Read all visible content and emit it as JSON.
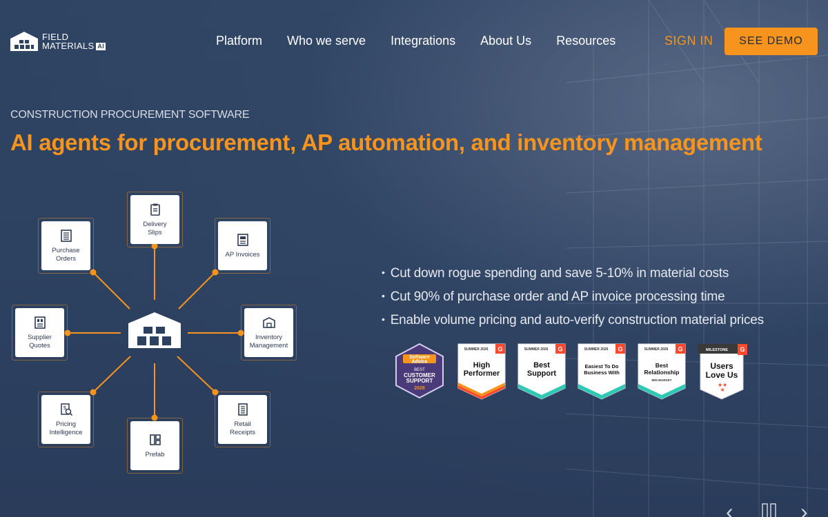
{
  "brand": {
    "line1": "FIELD",
    "line2": "MATERIALS",
    "badge": "AI"
  },
  "nav": {
    "items": [
      {
        "label": "Platform"
      },
      {
        "label": "Who we serve"
      },
      {
        "label": "Integrations"
      },
      {
        "label": "About Us"
      },
      {
        "label": "Resources"
      }
    ],
    "sign_in": "SIGN IN",
    "demo": "SEE DEMO"
  },
  "hero": {
    "eyebrow": "CONSTRUCTION PROCUREMENT SOFTWARE",
    "headline": "AI agents for procurement, AP automation, and inventory management"
  },
  "diagram": {
    "nodes": [
      {
        "label1": "Delivery",
        "label2": "Slips",
        "icon": "clipboard-icon"
      },
      {
        "label1": "AP Invoices",
        "label2": "",
        "icon": "invoice-icon"
      },
      {
        "label1": "Inventory",
        "label2": "Management",
        "icon": "warehouse-icon"
      },
      {
        "label1": "Retail",
        "label2": "Receipts",
        "icon": "receipt-icon"
      },
      {
        "label1": "Prefab",
        "label2": "",
        "icon": "layout-icon"
      },
      {
        "label1": "Pricing",
        "label2": "Intelligence",
        "icon": "price-search-icon"
      },
      {
        "label1": "Supplier",
        "label2": "Quotes",
        "icon": "quote-icon"
      },
      {
        "label1": "Purchase",
        "label2": "Orders",
        "icon": "list-document-icon"
      }
    ]
  },
  "bullets": [
    "Cut down rogue spending and save 5-10% in material costs",
    "Cut 90% of purchase order and AP invoice processing time",
    "Enable volume pricing and auto-verify construction material prices"
  ],
  "badges": {
    "software_advice": {
      "top": "Software",
      "top2": "Advice",
      "line1": "BEST",
      "line2": "CUSTOMER",
      "line3": "SUPPORT",
      "year": "2026"
    },
    "g2": [
      {
        "season": "SUMMER 2026",
        "line1": "High",
        "line2": "Performer",
        "sub": ""
      },
      {
        "season": "SUMMER 2026",
        "line1": "Best",
        "line2": "Support",
        "sub": ""
      },
      {
        "season": "SUMMER 2026",
        "line1": "Easiest To Do",
        "line2": "Business With",
        "sub": ""
      },
      {
        "season": "SUMMER 2026",
        "line1": "Best",
        "line2": "Relationship",
        "sub": "MID-MARKET"
      }
    ],
    "milestone": {
      "season": "MILESTONE",
      "line1": "Users",
      "line2": "Love Us"
    }
  },
  "colors": {
    "accent": "#f7941d",
    "background": "#2d4161"
  }
}
